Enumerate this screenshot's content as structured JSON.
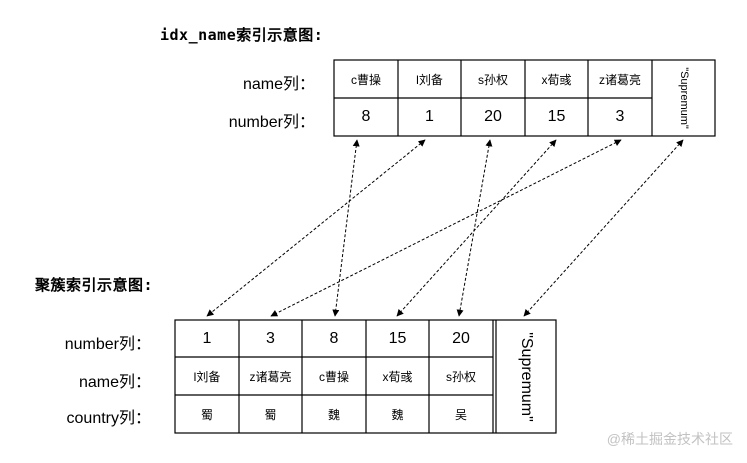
{
  "top": {
    "title": "idx_name索引示意图:",
    "row_labels": {
      "name": "name列：",
      "number": "number列："
    },
    "cells": [
      {
        "name": "c曹操",
        "number": "8"
      },
      {
        "name": "l刘备",
        "number": "1"
      },
      {
        "name": "s孙权",
        "number": "20"
      },
      {
        "name": "x荀彧",
        "number": "15"
      },
      {
        "name": "z诸葛亮",
        "number": "3"
      }
    ],
    "supremum": "\"Supremum\""
  },
  "bottom": {
    "title": "聚簇索引示意图:",
    "row_labels": {
      "number": "number列：",
      "name": "name列：",
      "country": "country列："
    },
    "cells": [
      {
        "number": "1",
        "name": "l刘备",
        "country": "蜀"
      },
      {
        "number": "3",
        "name": "z诸葛亮",
        "country": "蜀"
      },
      {
        "number": "8",
        "name": "c曹操",
        "country": "魏"
      },
      {
        "number": "15",
        "name": "x荀彧",
        "country": "魏"
      },
      {
        "number": "20",
        "name": "s孙权",
        "country": "吴"
      }
    ],
    "supremum": "\"Supremum\""
  },
  "watermark": "@稀土掘金技术社区"
}
